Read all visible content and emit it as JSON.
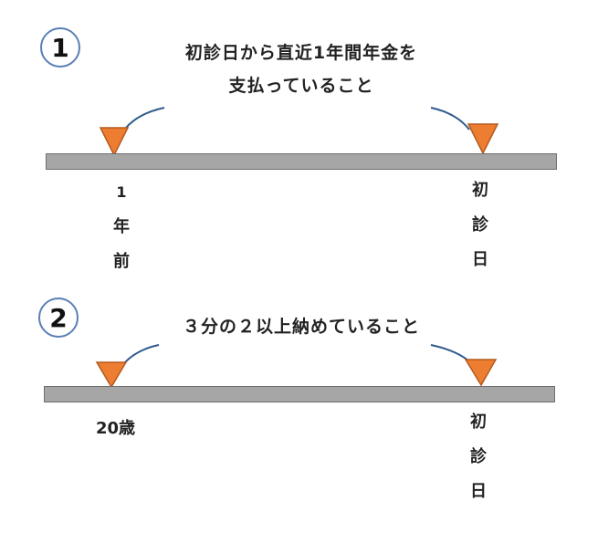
{
  "section1": {
    "number": "1",
    "caption_line1": "初診日から直近1年間年金を",
    "caption_line2": "支払っていること",
    "left_label": [
      "1",
      "年",
      "前"
    ],
    "right_label": [
      "初",
      "診",
      "日"
    ]
  },
  "section2": {
    "number": "2",
    "caption": "３分の２以上納めていること",
    "left_label": "20歳",
    "right_label": [
      "初",
      "診",
      "日"
    ]
  },
  "colors": {
    "marker_fill": "#ed7d31",
    "marker_stroke": "#b35a1f",
    "bar_fill": "#a6a6a6",
    "arc_stroke": "#2f5a8c",
    "circle_border": "#5a7fb5"
  }
}
